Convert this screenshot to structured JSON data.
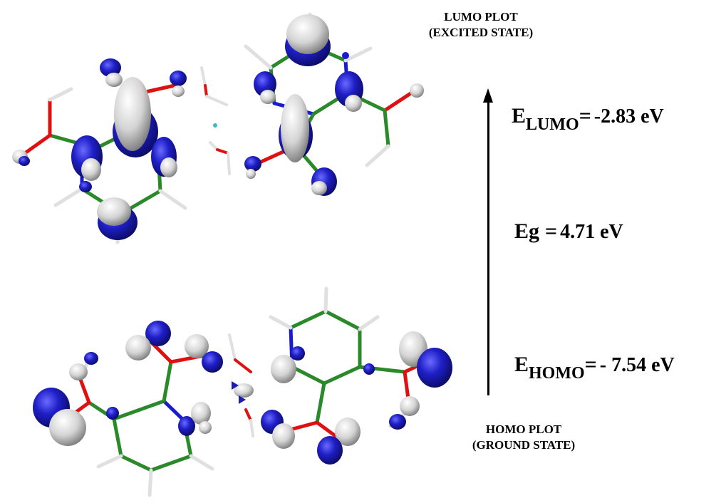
{
  "lumo_caption": {
    "line1": "LUMO PLOT",
    "line2": "(EXCITED STATE)"
  },
  "homo_caption": {
    "line1": "HOMO PLOT",
    "line2": "(GROUND STATE)"
  },
  "lumo_energy": {
    "symbol": "E",
    "subscript": "LUMO",
    "equals": "=",
    "value": "-2.83 eV"
  },
  "gap_energy": {
    "symbol": "Eg",
    "equals": "=",
    "value": "4.71 eV"
  },
  "homo_energy": {
    "symbol": "E",
    "subscript": "HOMO",
    "equals": "=",
    "value": "- 7.54  eV"
  },
  "colors": {
    "bond": "#2a8a2a",
    "oxygen": "#e01010",
    "nitrogen": "#1a1ad0",
    "hydrogen": "#e8e8e8",
    "lobe_positive": "#1c1cb0",
    "lobe_negative": "#d8d8d8"
  }
}
